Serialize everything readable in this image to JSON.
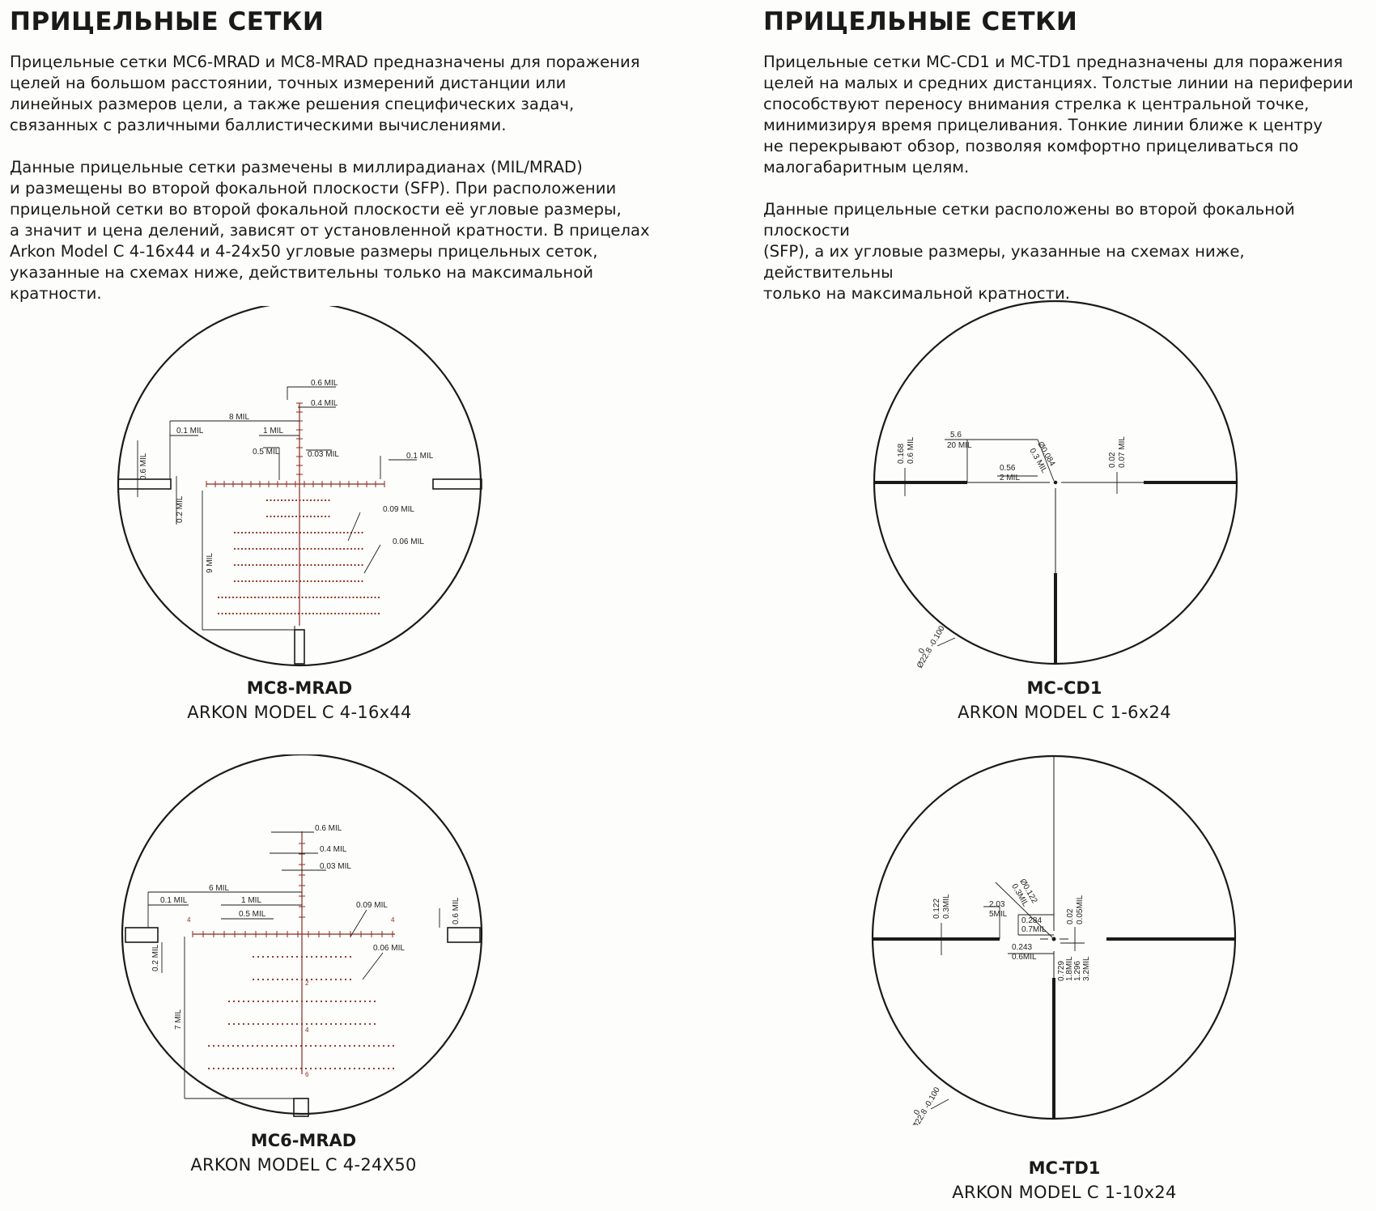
{
  "left": {
    "heading": "ПРИЦЕЛЬНЫЕ СЕТКИ",
    "paragraph1": "Прицельные сетки MC6-MRAD и MC8-MRAD предназначены для поражения\nцелей на большом расстоянии, точных измерений дистанции или\nлинейных размеров цели, а также решения специфических задач,\nсвязанных с различными баллистическими вычислениями.",
    "paragraph2": "Данные прицельные сетки размечены в миллирадианах (MIL/MRAD)\nи размещены во второй фокальной плоскости (SFP). При расположении\nприцельной сетки во второй фокальной плоскости её угловые размеры,\nа значит и цена делений, зависят от установленной кратности. В прицелах\nArkon Model C 4-16x44 и 4-24x50 угловые размеры прицельных сеток,\nуказанные на схемах ниже, действительны только на максимальной\nкратности."
  },
  "right": {
    "heading": "ПРИЦЕЛЬНЫЕ СЕТКИ",
    "paragraph1": "Прицельные сетки MC-CD1 и MC-TD1 предназначены для поражения\nцелей на малых и средних дистанциях. Толстые линии на периферии\nспособствуют переносу внимания стрелка к центральной точке,\nминимизируя время прицеливания. Тонкие линии ближе к центру\nне перекрывают обзор, позволяя комфортно прицеливаться по\nмалогабаритным целям.",
    "paragraph2": "Данные прицельные сетки расположены во второй фокальной плоскости\n(SFP), а их угловые размеры, указанные на схемах ниже, действительны\nтолько на максимальной кратности."
  },
  "reticles": {
    "mc8": {
      "name": "MC8-MRAD",
      "model": "ARKON MODEL C 4-16x44",
      "labels": {
        "top_post": "0.6 MIL",
        "top_tick": "0.4 MIL",
        "left_span": "8 MIL",
        "thin": "0.1 MIL",
        "one": "1 MIL",
        "half": "0.5 MIL",
        "fine": "0.03 MIL",
        "right_thin": "0.1 MIL",
        "side_post": "0.6 MIL",
        "gap": "0.2 MIL",
        "drop": "9 MIL",
        "dot1": "0.09 MIL",
        "dot2": "0.06 MIL"
      }
    },
    "mc6": {
      "name": "MC6-MRAD",
      "model": "ARKON MODEL C 4-24X50",
      "labels": {
        "top_post": "0.6 MIL",
        "top_tick": "0.4 MIL",
        "fine": "0.03 MIL",
        "left_span": "6 MIL",
        "thin": "0.1 MIL",
        "one": "1 MIL",
        "half": "0.5 MIL",
        "side_post": "0.6 MIL",
        "gap": "0.2 MIL",
        "drop": "7 MIL",
        "dot1": "0.09 MIL",
        "dot2": "0.06 MIL",
        "n_left": "4",
        "n_right": "4",
        "n_2": "2",
        "n_4": "4",
        "n_6": "6"
      }
    },
    "cd1": {
      "name": "MC-CD1",
      "model": "ARKON MODEL  C 1-6x24",
      "labels": {
        "thick_v1": "0.168",
        "thick_v2": "0.6 MIL",
        "span1": "5.6",
        "span2": "20 MIL",
        "dot1": "Ø0.084",
        "dot2": "0.3 MIL",
        "gap1": "0.56",
        "gap2": "2 MIL",
        "thin1": "0.02",
        "thin2": "0.07 MIL",
        "dia1": "0",
        "dia2": "Ø22.8 -0.100"
      }
    },
    "td1": {
      "name": "MC-TD1",
      "model": "ARKON MODEL  C 1-10x24",
      "labels": {
        "dot1": "Ø0.122",
        "dot2": "0.3MIL",
        "thick1": "0.122",
        "thick2": "0.3MIL",
        "span1": "2.03",
        "span2": "5MIL",
        "g1": "0.284",
        "g2": "0.7MIL",
        "t1": "0.02",
        "t2": "0.05MIL",
        "h1": "0.243",
        "h2": "0.6MIL",
        "v1": "0.729",
        "v2": "1.8MIL",
        "v3": "1.296",
        "v4": "3.2MIL",
        "dia1": "0",
        "dia2": "Ø22.8 -0.100"
      }
    }
  },
  "colors": {
    "ink": "#1a1a1a",
    "reticle_red": "#8a2a1e"
  }
}
